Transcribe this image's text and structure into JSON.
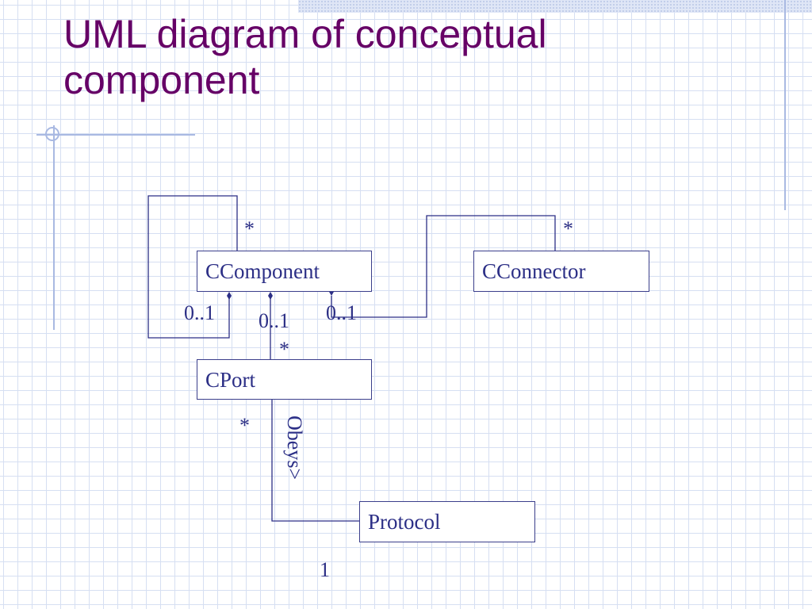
{
  "slide": {
    "title_line1": "UML diagram of conceptual",
    "title_line2": "component"
  },
  "colors": {
    "title": "#660066",
    "diagram": "#2c2f86",
    "grid": "#d6dff2",
    "accent_rule": "#a9b9e2"
  },
  "diagram": {
    "classes": {
      "component": "CComponent",
      "connector": "CConnector",
      "port": "CPort",
      "protocol": "Protocol"
    },
    "multiplicities": {
      "component_self_star": "*",
      "connector_star": "*",
      "component_self_zero_one": "0..1",
      "component_port_zero_one": "0..1",
      "component_connector_zero_one": "0..1",
      "port_star": "*",
      "port_protocol_star": "*",
      "protocol_one": "1"
    },
    "association_label": "Obeys>"
  }
}
